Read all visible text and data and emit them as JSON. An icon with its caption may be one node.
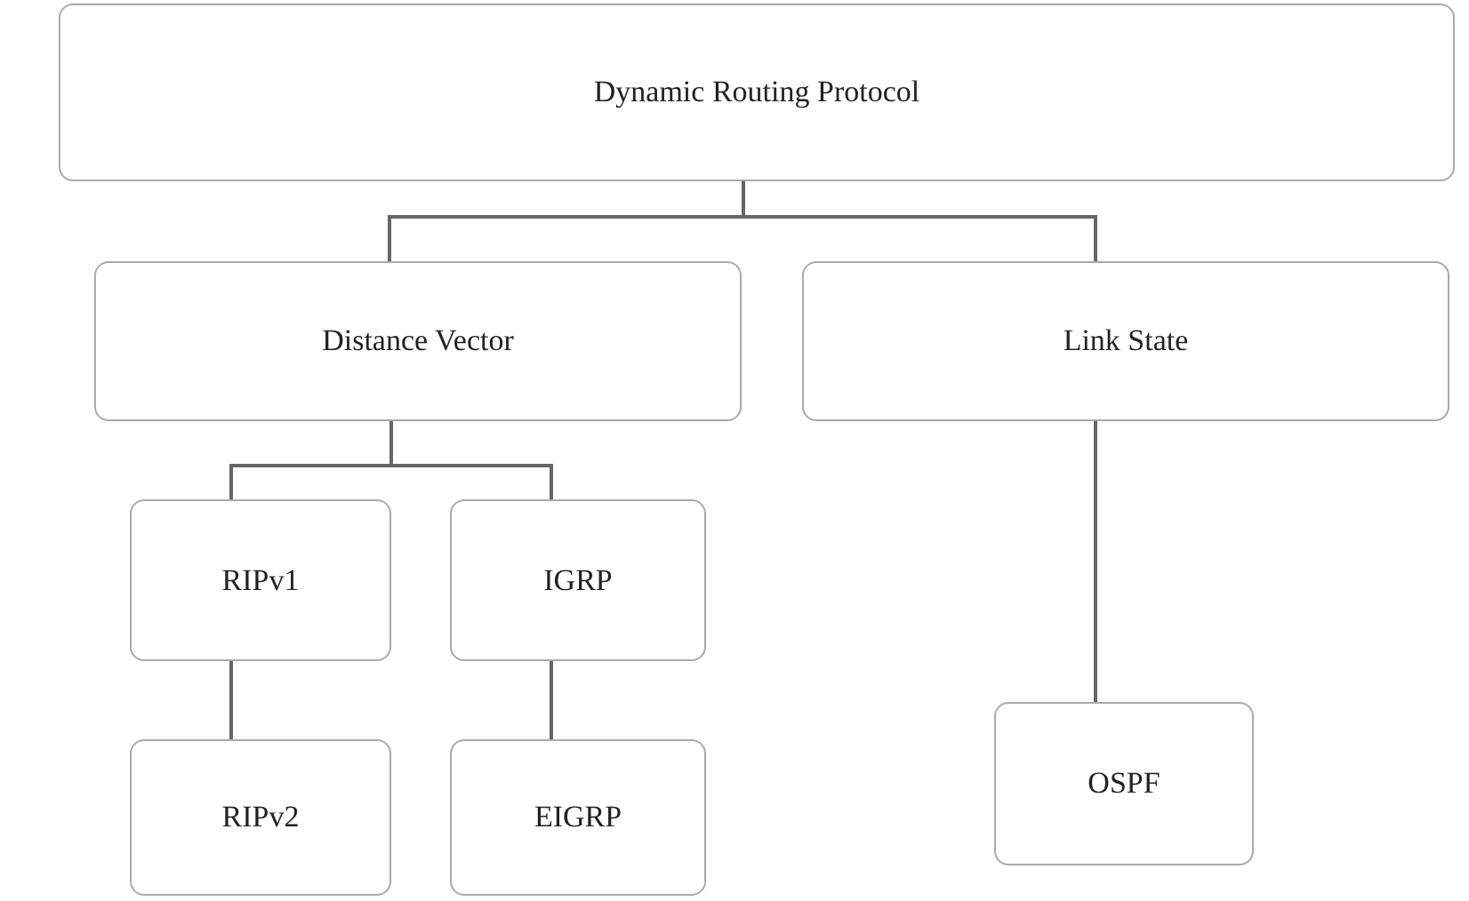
{
  "diagram": {
    "nodes": [
      {
        "text": [
          "Dynamic Routing Protocol"
        ]
      },
      {
        "text": [
          "Distance Vector"
        ]
      },
      {
        "text": [
          "Link State"
        ]
      },
      {
        "text": [
          "RIPv1"
        ]
      },
      {
        "text": [
          "IGRP"
        ]
      },
      {
        "text": [
          "RIPv2"
        ]
      },
      {
        "text": [
          "EIGRP"
        ]
      },
      {
        "text": [
          "OSPF"
        ]
      }
    ],
    "edges": [
      {
        "from": 0,
        "to": 1,
        "arrow": "none"
      },
      {
        "from": 0,
        "to": 2,
        "arrow": "none"
      },
      {
        "from": 1,
        "to": 3,
        "arrow": "none"
      },
      {
        "from": 1,
        "to": 4,
        "arrow": "none"
      },
      {
        "from": 3,
        "to": 5,
        "arrow": "none"
      },
      {
        "from": 4,
        "to": 6,
        "arrow": "none"
      },
      {
        "from": 2,
        "to": 7,
        "arrow": "none"
      }
    ]
  }
}
